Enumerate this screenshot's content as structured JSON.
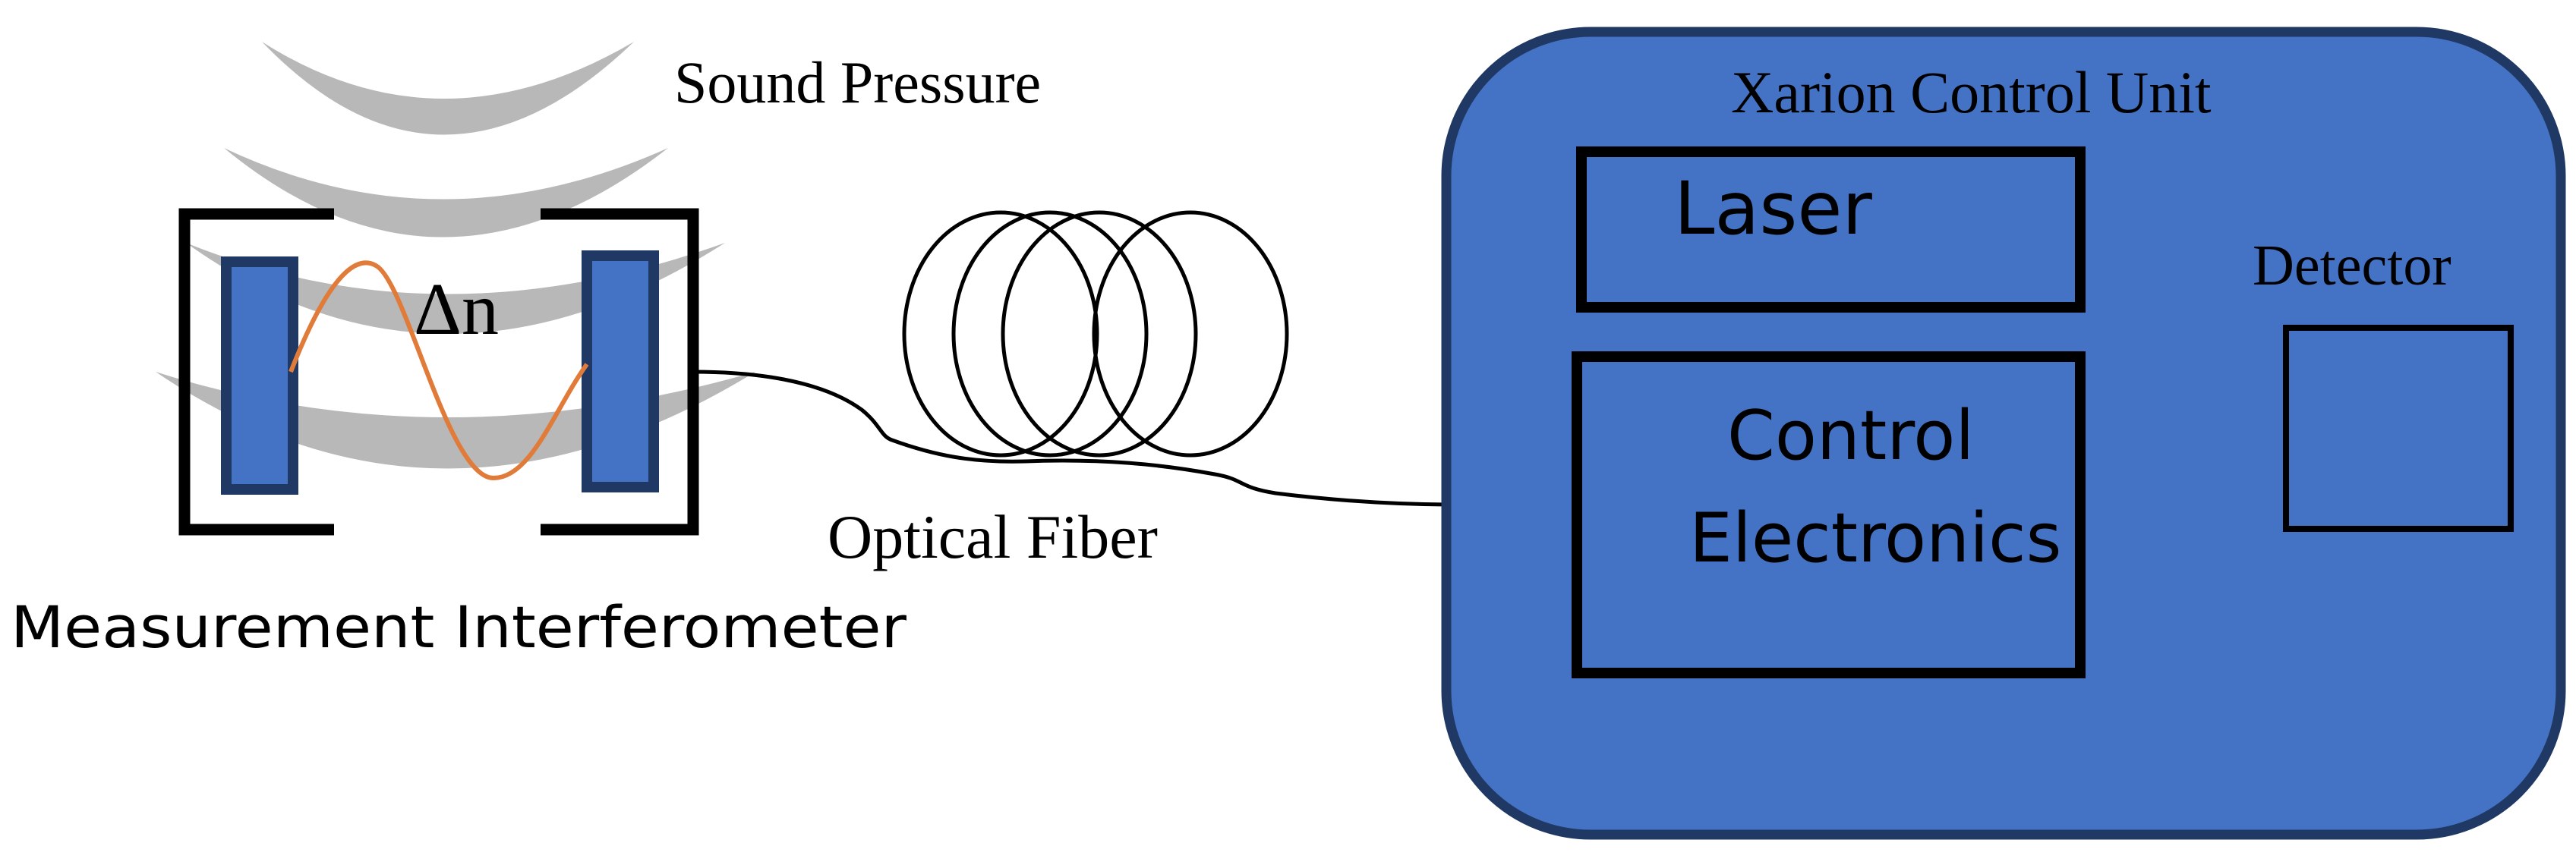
{
  "labels": {
    "sound_pressure": "Sound Pressure",
    "delta_n": "Δn",
    "measurement_interferometer": "Measurement Interferometer",
    "optical_fiber": "Optical Fiber",
    "control_unit_title": "Xarion Control Unit",
    "laser": "Laser",
    "control_line1": "Control",
    "control_line2": "Electronics",
    "detector": "Detector"
  },
  "colors": {
    "control_unit_fill": "#4472C4",
    "control_unit_border": "#1F3864",
    "mirror_fill": "#4472C4",
    "mirror_border": "#1F3864",
    "wave": "#E07B39",
    "sound_arcs": "#A6A6A6"
  }
}
